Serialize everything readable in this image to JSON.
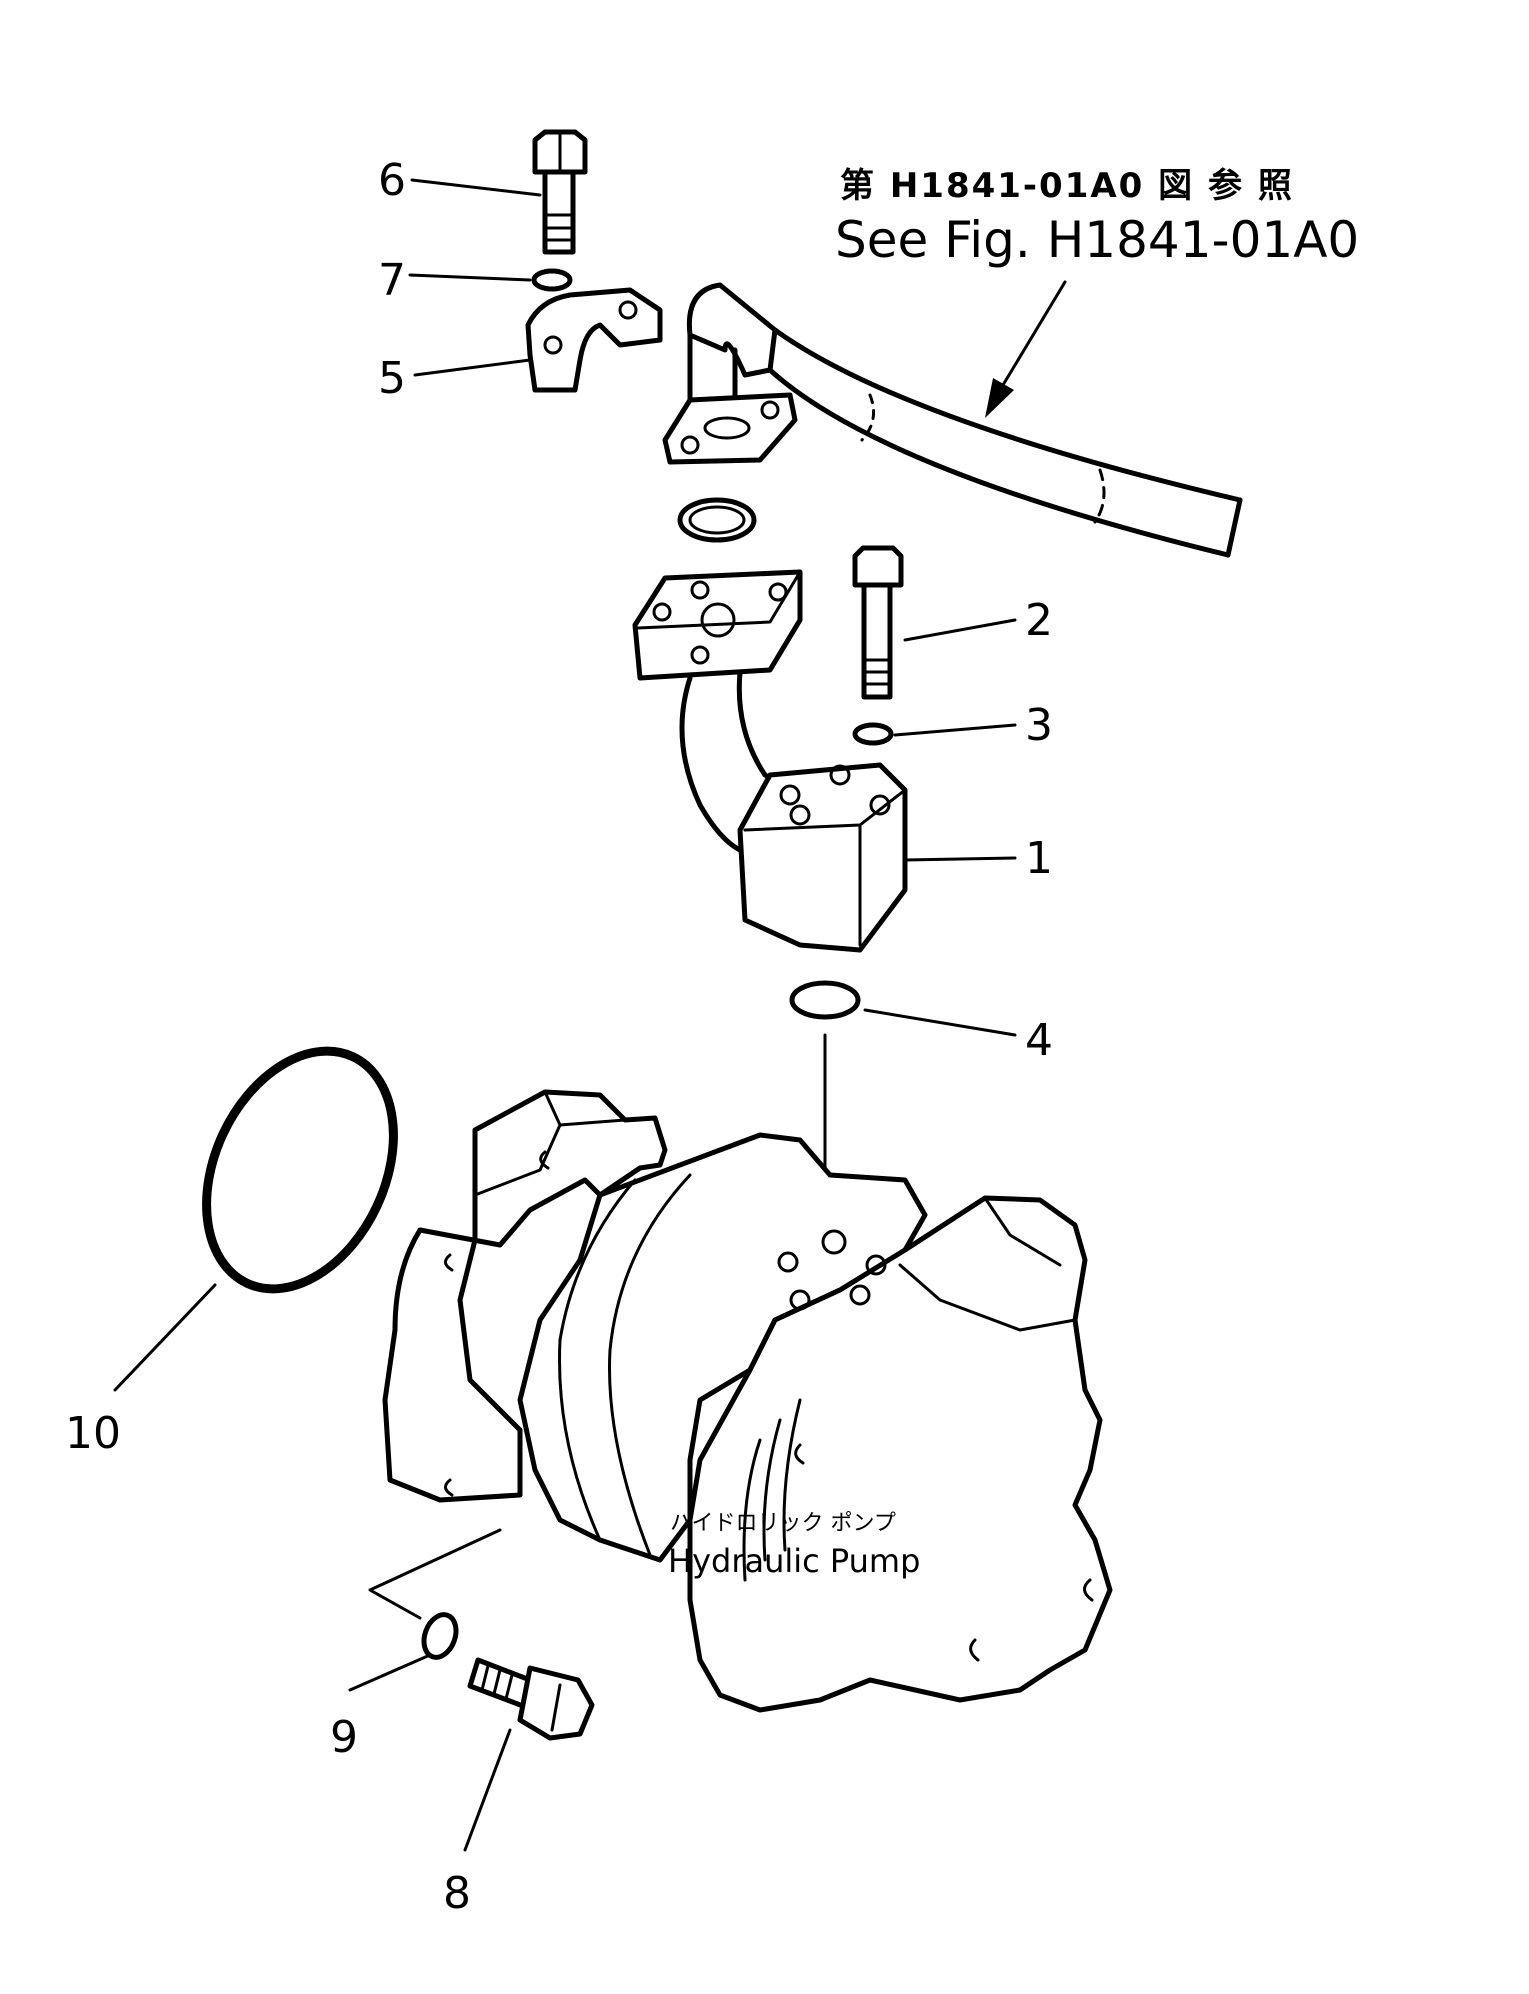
{
  "reference": {
    "jp": "第 H1841-01A0 図 参 照",
    "en": "See Fig. H1841-01A0"
  },
  "pump_label": {
    "jp": "ハイドロリック ポンプ",
    "en": "Hydraulic Pump"
  },
  "callouts": [
    "1",
    "2",
    "3",
    "4",
    "5",
    "6",
    "7",
    "8",
    "9",
    "10"
  ]
}
